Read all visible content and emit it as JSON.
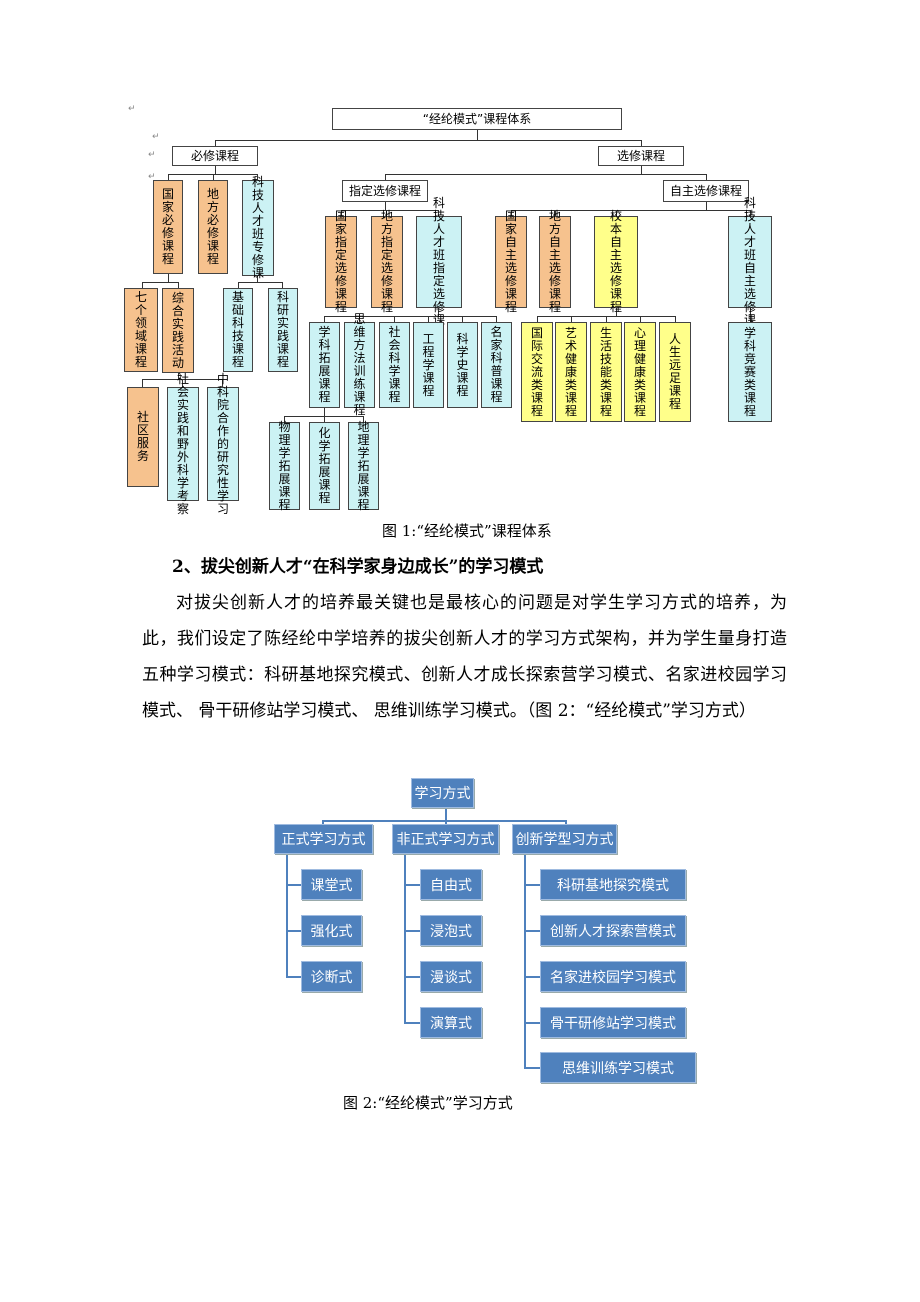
{
  "figure1": {
    "root": "“经纶模式”课程体系",
    "required": "必修课程",
    "elective": "选修课程",
    "assigned_elective": "指定选修课程",
    "free_elective": "自主选修课程",
    "req_children": [
      "国家必修课程",
      "地方必修课程",
      "科技人才班专修课"
    ],
    "national_children": [
      "七个领域课程",
      "综合实践活动"
    ],
    "practice_children": [
      "社区服务",
      "社会实践和野外科学考察",
      "中科院合作的研究性学习"
    ],
    "tech_req_children": [
      "基础科技课程",
      "科研实践课程"
    ],
    "assigned_children": [
      "国家指定选修课程",
      "地方指定选修课程",
      "科技人才班指定选修课"
    ],
    "assigned_tech_children": [
      "学科拓展课程",
      "思维方法训练课程",
      "社会科学课程",
      "工程学课程",
      "科学史课程",
      "名家科普课程"
    ],
    "subject_children": [
      "物理学拓展课程",
      "化学拓展课程",
      "地理学拓展课程"
    ],
    "free_children": [
      "国家自主选修课程",
      "地方自主选修课程",
      "校本自主选修课程",
      "科技人才班自主选修课"
    ],
    "school_children": [
      "国际交流类课程",
      "艺术健康类课程",
      "生活技能类课程",
      "心理健康类课程",
      "人生远足课程"
    ],
    "free_tech_children": [
      "学科竞赛类课程"
    ],
    "caption": "图 1:“经纶模式”课程体系"
  },
  "section": {
    "heading": "2、拔尖创新人才“在科学家身边成长”的学习模式",
    "paragraph": "对拔尖创新人才的培养最关键也是最核心的问题是对学生学习方式的培养，为此，我们设定了陈经纶中学培养的拔尖创新人才的学习方式架构，并为学生量身打造五种学习模式：科研基地探究模式、创新人才成长探索营学习模式、名家进校园学习模式、 骨干研修站学习模式、 思维训练学习模式。（图 2：“经纶模式”学习方式）"
  },
  "figure2": {
    "root": "学习方式",
    "categories": [
      "正式学习方式",
      "非正式学习方式",
      "创新学型习方式"
    ],
    "formal": [
      "课堂式",
      "强化式",
      "诊断式"
    ],
    "informal": [
      "自由式",
      "浸泡式",
      "漫谈式",
      "演算式"
    ],
    "innovative": [
      "科研基地探究模式",
      "创新人才探索营模式",
      "名家进校园学习模式",
      "骨干研修站学习模式",
      "思维训练学习模式"
    ],
    "caption": "图 2:“经纶模式”学习方式"
  },
  "colors": {
    "orange": "#f6c28e",
    "cyan": "#ccf2f4",
    "yellow": "#ffff8a",
    "blue": "#4f81bd"
  }
}
